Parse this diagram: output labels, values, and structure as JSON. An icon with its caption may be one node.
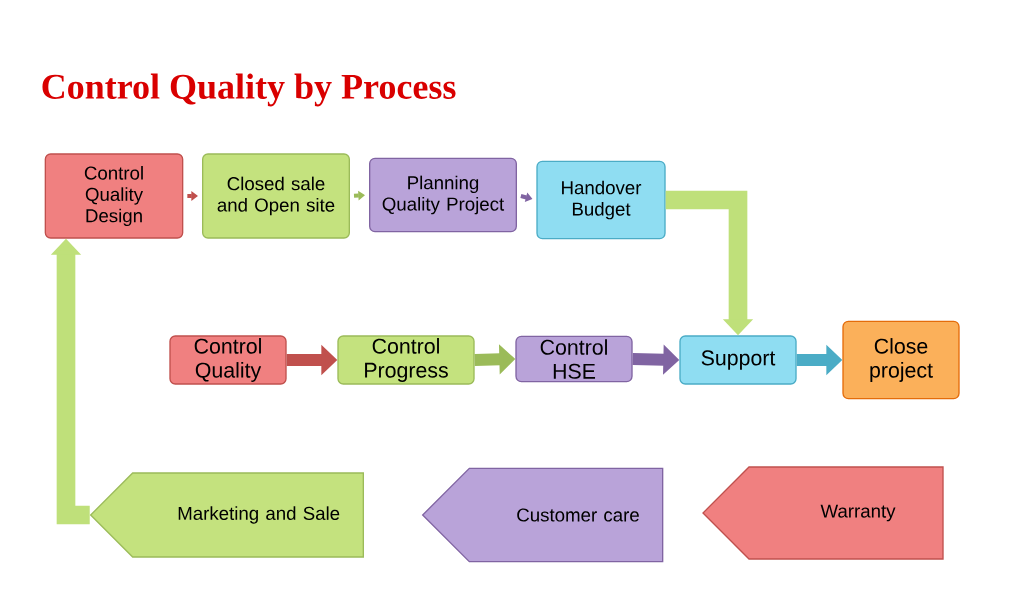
{
  "diagram": {
    "title": "Control Quality by Process",
    "nodes": [
      {
        "text": [
          "Control Quality Design"
        ]
      },
      {
        "text": [
          "Closed sale and Open site"
        ]
      },
      {
        "text": [
          "Planning Quality Project"
        ]
      },
      {
        "text": [
          "Handover Budget"
        ]
      },
      {
        "text": [
          "Control Quality"
        ]
      },
      {
        "text": [
          "Control Progress"
        ]
      },
      {
        "text": [
          "Control HSE"
        ]
      },
      {
        "text": [
          "Support"
        ]
      },
      {
        "text": [
          "Close project"
        ]
      },
      {
        "text": [
          "Warranty"
        ]
      },
      {
        "text": [
          "Customer care"
        ]
      },
      {
        "text": [
          "Marketing and Sale"
        ]
      }
    ],
    "edges": [
      {
        "from": 0,
        "to": 1,
        "arrow": "to",
        "color": "#c0504d"
      },
      {
        "from": 1,
        "to": 2,
        "arrow": "to",
        "color": "#9bbb59"
      },
      {
        "from": 2,
        "to": 3,
        "arrow": "to",
        "color": "#8064a2"
      },
      {
        "from": 3,
        "to": 7,
        "arrow": "to",
        "color": "#bfe07a"
      },
      {
        "from": 4,
        "to": 5,
        "arrow": "to",
        "color": "#c0504d"
      },
      {
        "from": 5,
        "to": 6,
        "arrow": "to",
        "color": "#9bbb59"
      },
      {
        "from": 6,
        "to": 7,
        "arrow": "to",
        "color": "#8064a2"
      },
      {
        "from": 7,
        "to": 8,
        "arrow": "to",
        "color": "#4bacc6"
      },
      {
        "from": 11,
        "to": 0,
        "arrow": "to",
        "color": "#bfe07a"
      }
    ]
  }
}
